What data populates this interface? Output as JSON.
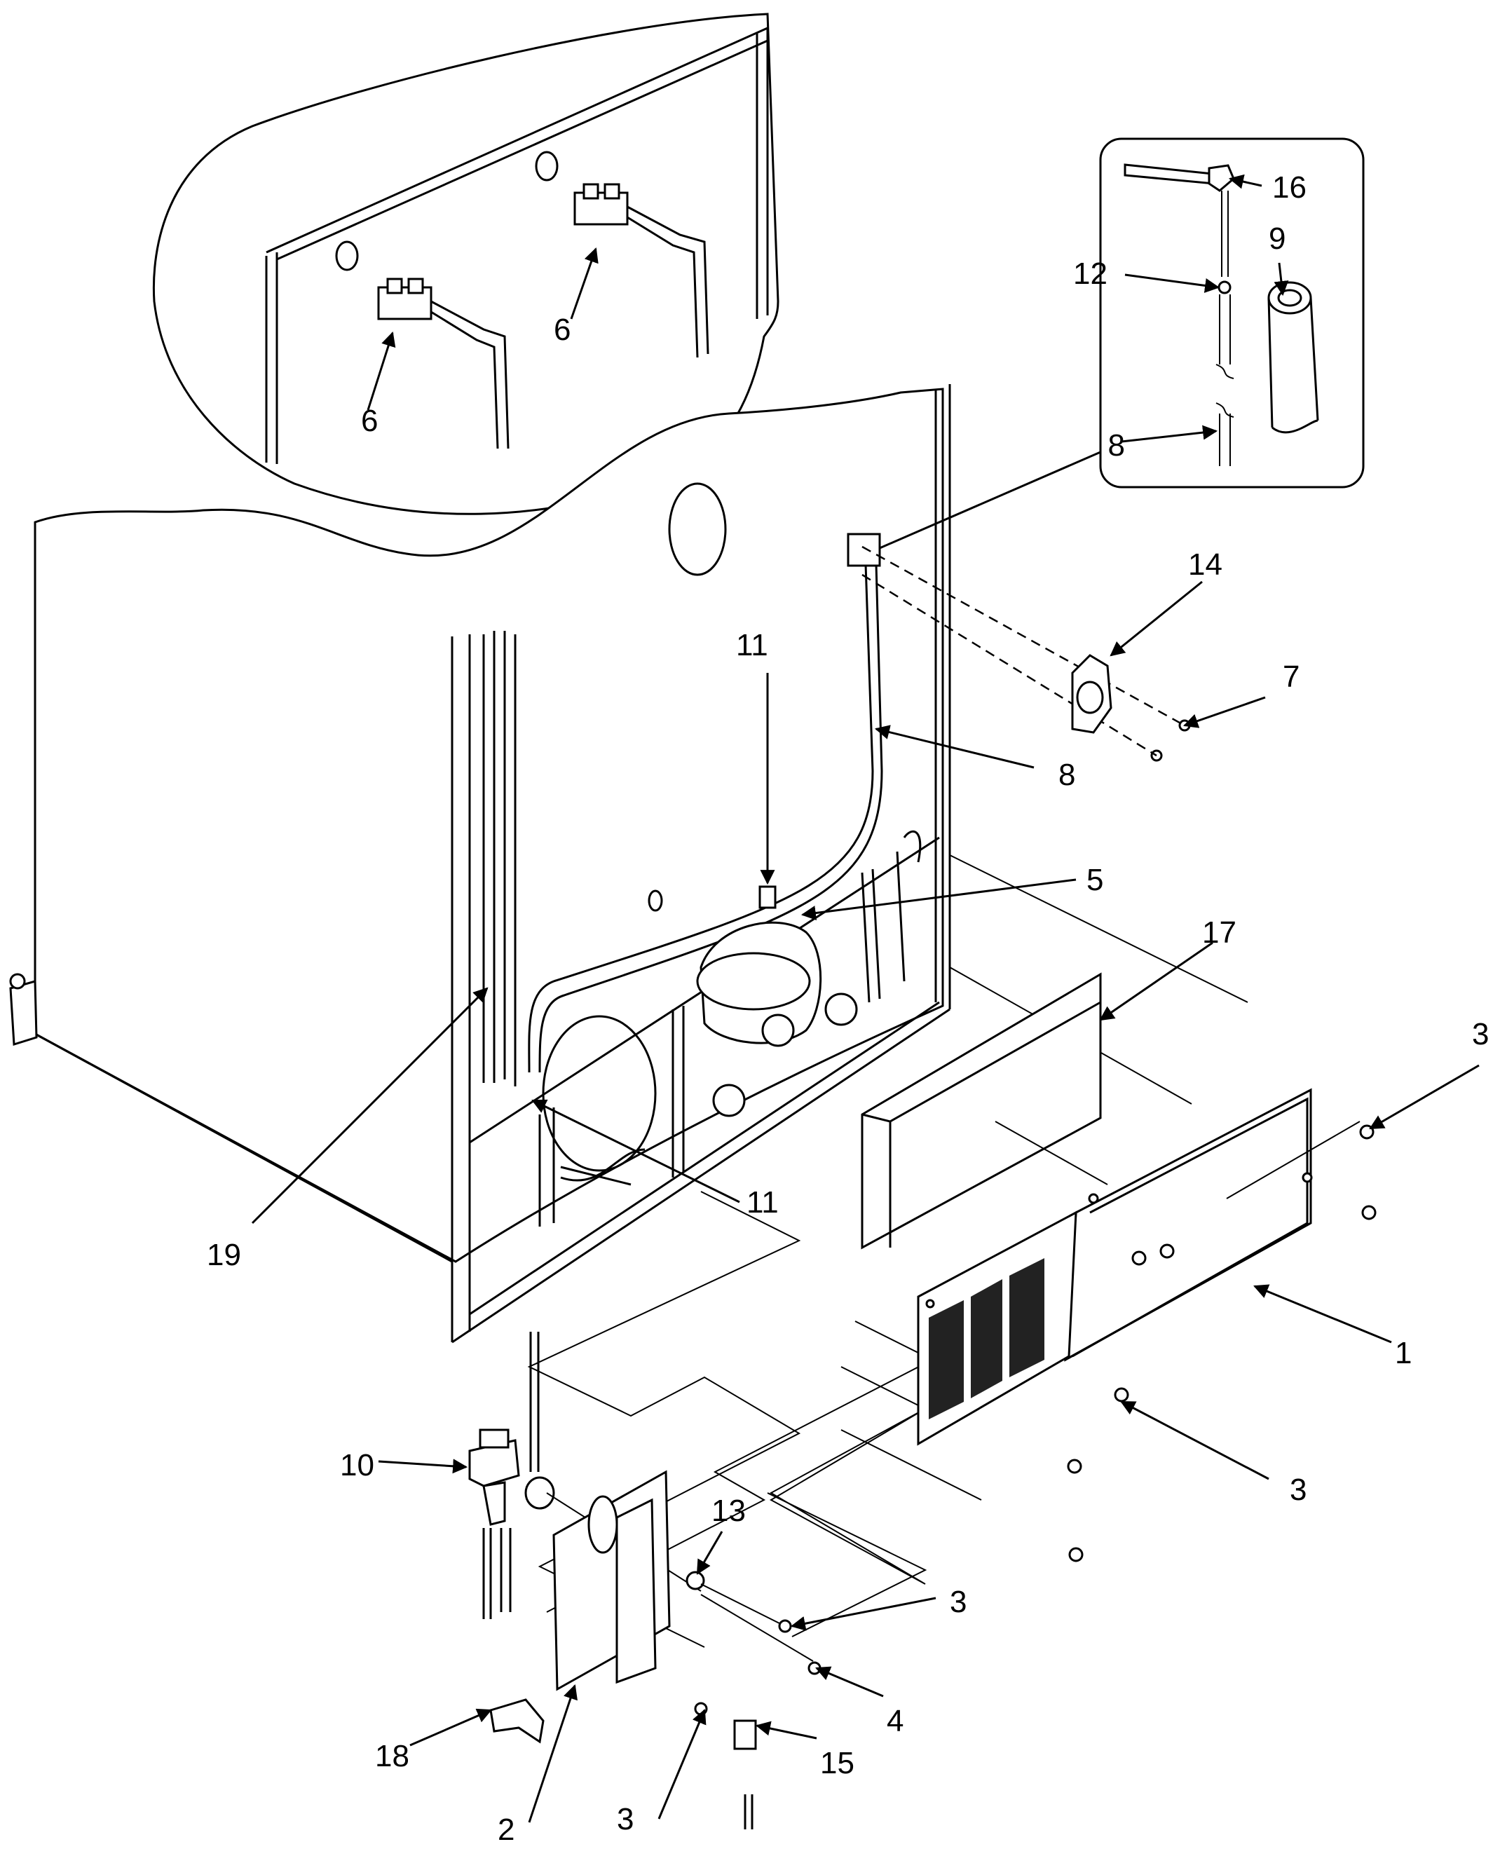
{
  "callouts": [
    {
      "id": "1",
      "label": "1"
    },
    {
      "id": "2",
      "label": "2"
    },
    {
      "id": "3a",
      "label": "3"
    },
    {
      "id": "3b",
      "label": "3"
    },
    {
      "id": "3c",
      "label": "3"
    },
    {
      "id": "3d",
      "label": "3"
    },
    {
      "id": "4",
      "label": "4"
    },
    {
      "id": "5",
      "label": "5"
    },
    {
      "id": "6a",
      "label": "6"
    },
    {
      "id": "6b",
      "label": "6"
    },
    {
      "id": "7",
      "label": "7"
    },
    {
      "id": "8a",
      "label": "8"
    },
    {
      "id": "8b",
      "label": "8"
    },
    {
      "id": "9",
      "label": "9"
    },
    {
      "id": "10",
      "label": "10"
    },
    {
      "id": "11a",
      "label": "11"
    },
    {
      "id": "11b",
      "label": "11"
    },
    {
      "id": "12",
      "label": "12"
    },
    {
      "id": "13",
      "label": "13"
    },
    {
      "id": "14",
      "label": "14"
    },
    {
      "id": "15",
      "label": "15"
    },
    {
      "id": "16",
      "label": "16"
    },
    {
      "id": "17",
      "label": "17"
    },
    {
      "id": "18",
      "label": "18"
    },
    {
      "id": "19",
      "label": "19"
    }
  ]
}
